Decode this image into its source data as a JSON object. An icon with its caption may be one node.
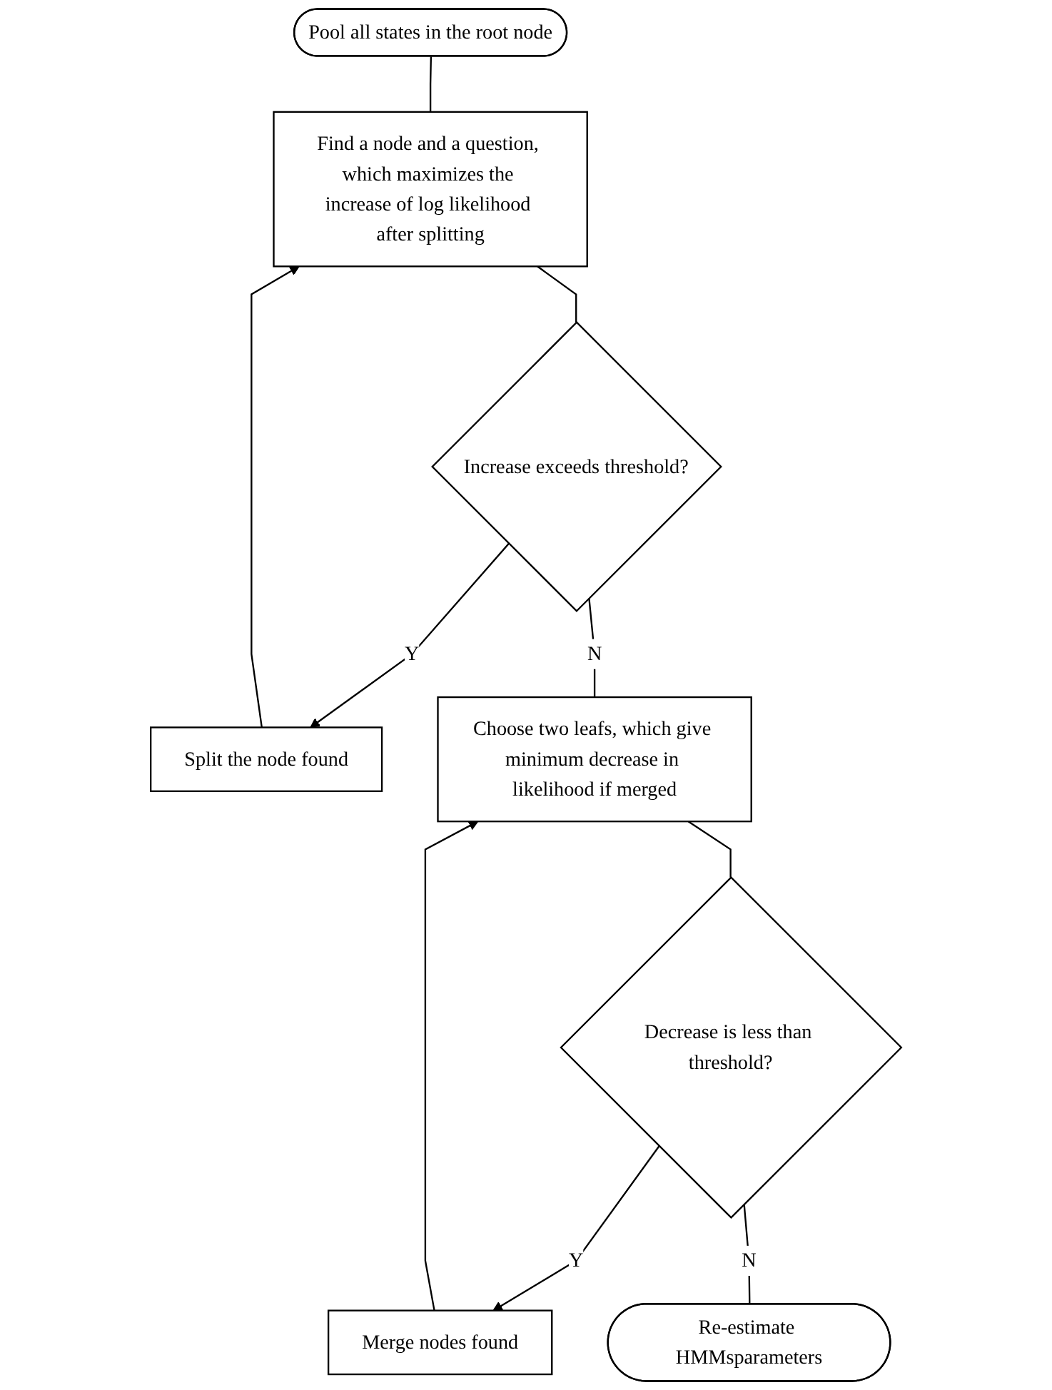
{
  "diagram": {
    "nodes": [
      {
        "text": [
          "Pool all states in the root node"
        ]
      },
      {
        "text": [
          "Find a node and a question, which maximizes the increase of log likelihood after splitting"
        ]
      },
      {
        "text": [
          "Split the node found"
        ]
      },
      {
        "text": [
          "Increase exceeds threshold?"
        ]
      },
      {
        "text": [
          "Choose two leafs, which give minimum decrease in likelihood if merged"
        ]
      },
      {
        "text": [
          "Merge nodes found"
        ]
      },
      {
        "text": [
          "Decrease is less than threshold?"
        ]
      },
      {
        "text": [
          "Re-estimate HMMsparameters"
        ]
      }
    ],
    "edges": [
      {
        "from": 0,
        "to": 1,
        "arrow": "none"
      },
      {
        "from": 1,
        "to": 3,
        "arrow": "none"
      },
      {
        "from": 3,
        "to": 2,
        "arrow": "to",
        "label": "Y"
      },
      {
        "from": 2,
        "to": 1,
        "arrow": "to"
      },
      {
        "from": 3,
        "to": 4,
        "arrow": "none",
        "label": "N"
      },
      {
        "from": 4,
        "to": 6,
        "arrow": "none"
      },
      {
        "from": 6,
        "to": 5,
        "arrow": "to",
        "label": "Y"
      },
      {
        "from": 5,
        "to": 4,
        "arrow": "to"
      },
      {
        "from": 6,
        "to": 7,
        "arrow": "none",
        "label": "N"
      }
    ]
  }
}
